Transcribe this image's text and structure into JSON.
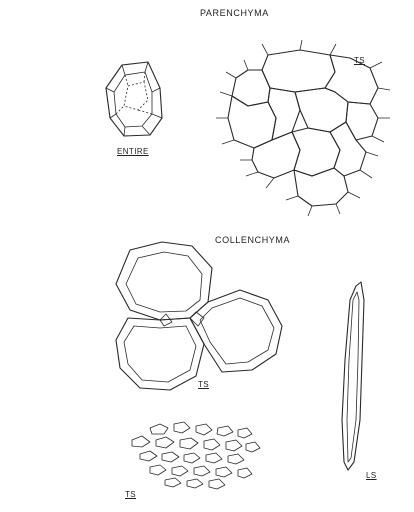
{
  "sections": {
    "parenchyma": {
      "title": "PARENCHYMA",
      "entire_label": "ENTIRE",
      "ts_label": "TS"
    },
    "collenchyma": {
      "title": "COLLENCHYMA",
      "ts_label": "TS",
      "ls_label": "LS",
      "ts_small_label": "TS"
    }
  },
  "style": {
    "ink": "#2a2a2a",
    "background": "#ffffff"
  }
}
